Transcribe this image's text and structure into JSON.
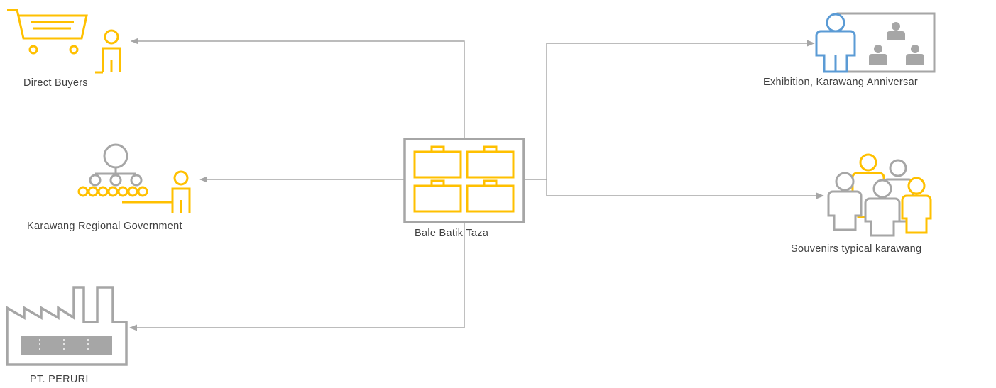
{
  "colors": {
    "accent": "#FFC000",
    "neutral": "#A6A6A6",
    "highlight": "#5B9BD5",
    "connector": "#A6A6A6"
  },
  "center": {
    "label": "Bale Batik Taza",
    "icon": "briefcase-grid-icon"
  },
  "targets": [
    {
      "id": "direct-buyers",
      "label": "Direct Buyers",
      "icon": "shopping-cart-person-icon"
    },
    {
      "id": "regional-government",
      "label": "Karawang Regional Government",
      "icon": "org-hierarchy-person-icon"
    },
    {
      "id": "peruri",
      "label": "PT. PERURI",
      "icon": "factory-icon"
    },
    {
      "id": "exhibition",
      "label": "Exhibition, Karawang Anniversar",
      "icon": "presentation-audience-icon"
    },
    {
      "id": "souvenirs",
      "label": "Souvenirs typical karawang",
      "icon": "crowd-group-icon"
    }
  ]
}
